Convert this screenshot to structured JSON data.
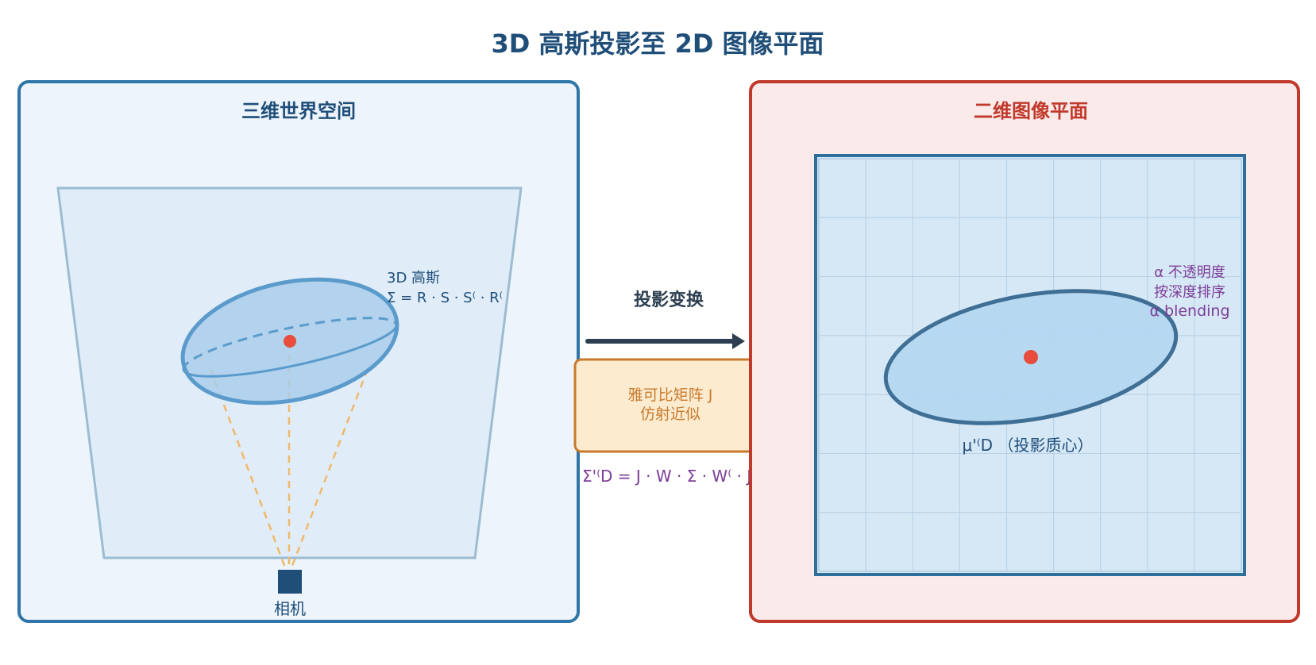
{
  "title": "3D 高斯投影至 2D 图像平面",
  "left_panel": {
    "title": "三维世界空间",
    "gaussian_label": "3D 高斯",
    "covariance_formula": "Σ = R · S · S⁽ · R⁽",
    "camera_label": "相机"
  },
  "transform": {
    "label": "投影变换",
    "box_line1": "雅可比矩阵 J",
    "box_line2": "仿射近似",
    "formula": "Σ'⁽D = J · W · Σ · W⁽ · J⁽"
  },
  "right_panel": {
    "title": "二维图像平面",
    "opacity_label": "α 不透明度",
    "sort_label": "按深度排序",
    "blending_label": "α blending",
    "centroid_label": "μ'⁽D （投影质心）"
  },
  "colors": {
    "title": "#1f4e79",
    "left_border": "#2e75a8",
    "left_fill": "#edf4fb",
    "right_border": "#c0392b",
    "right_fill": "#fbeaea",
    "frustum_fill": "#e0edf8",
    "frustum_stroke": "#9bbcd1",
    "gaussian3d_fill": "#a9cdeb",
    "gaussian3d_stroke": "#5b9bcb",
    "center": "#e74c3c",
    "ray": "#f0b86a",
    "camera": "#1f4e79",
    "arrow": "#2c3e50",
    "jacobian_fill": "#fdebd0",
    "jacobian_stroke": "#c87a2a",
    "jacobian_text": "#c87a2a",
    "formula": "#7d3c98",
    "image_fill": "#d6e8f6",
    "grid": "#b9d2e6",
    "gaussian2d_fill": "#b3d6ef",
    "gaussian2d_stroke": "#3f6f95"
  }
}
